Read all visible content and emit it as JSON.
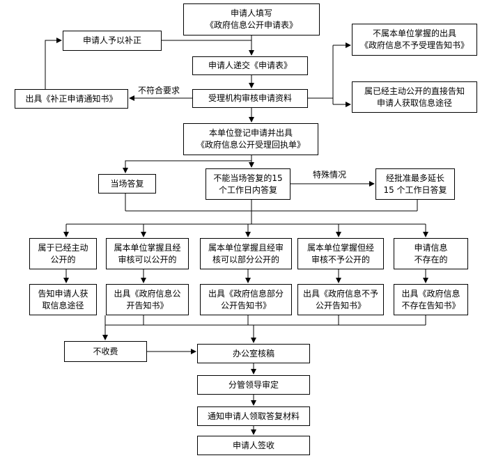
{
  "nodes": {
    "fill_form": [
      "申请人填写",
      "《政府信息公开申请表》"
    ],
    "supplement": [
      "申请人予以补正"
    ],
    "submit": [
      "申请人递交《申请表》"
    ],
    "not_held": [
      "不属本单位掌握的出具",
      "《政府信息不予受理告知书》"
    ],
    "issue_correction": [
      "出具《补正申请通知书》"
    ],
    "review": [
      "受理机构审核申请资料"
    ],
    "already_public": [
      "属已经主动公开的直接告知",
      "申请人获取信息途径"
    ],
    "register": [
      "本单位登记申请并出具",
      "《政府信息公开受理回执单》"
    ],
    "reply_onsite": [
      "当场答复"
    ],
    "reply_15": [
      "不能当场答复的15",
      "个工作日内答复"
    ],
    "extend": [
      "经批准最多延长",
      "15 个工作日答复"
    ],
    "cat_public": [
      "属于已经主动",
      "公开的"
    ],
    "cat_full": [
      "属本单位掌握且经",
      "审核可以公开的"
    ],
    "cat_partial": [
      "属本单位掌握且经审",
      "核可以部分公开的"
    ],
    "cat_denied": [
      "属本单位掌握但经",
      "审核不予公开的"
    ],
    "cat_none": [
      "申请信息",
      "不存在的"
    ],
    "out_public": [
      "告知申请人获",
      "取信息途径"
    ],
    "out_full": [
      "出具《政府信息公",
      "开告知书》"
    ],
    "out_partial": [
      "出具《政府信息部分",
      "公开告知书》"
    ],
    "out_denied": [
      "出具《政府信息不予",
      "公开告知书》"
    ],
    "out_none": [
      "出具《政府信息",
      "不存在告知书》"
    ],
    "free": [
      "不收费"
    ],
    "office": [
      "办公室核稿"
    ],
    "leader": [
      "分管领导审定"
    ],
    "notify": [
      "通知申请人领取答复材料"
    ],
    "sign": [
      "申请人签收"
    ]
  },
  "labels": {
    "non_compliant": "不符合要求",
    "special": "特殊情况"
  }
}
